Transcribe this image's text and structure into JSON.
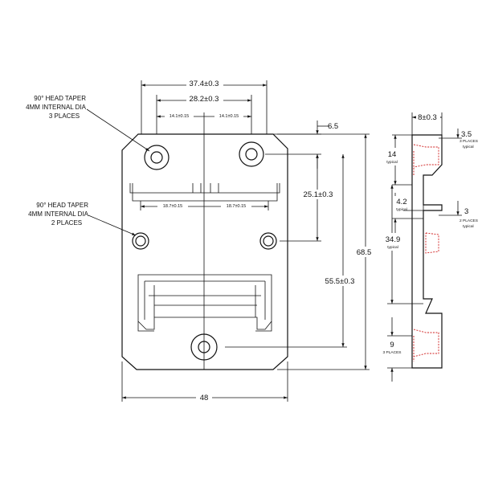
{
  "dimensions": {
    "top_width": "37.4±0.3",
    "hole_spacing": "28.2±0.3",
    "half_left_top": "14.1±0.15",
    "half_right_top": "14.1±0.15",
    "half_left_mid": "18.7±0.15",
    "half_right_mid": "18.7±0.15",
    "top_offset": "6.5",
    "mid_height": "25.1±0.3",
    "total_height": "68.5",
    "bottom_hole_height": "55.5±0.3",
    "total_width": "48"
  },
  "callouts": {
    "top_holes": [
      "90° HEAD TAPER",
      "4MM INTERNAL DIA",
      "3 PLACES"
    ],
    "mid_holes": [
      "90° HEAD TAPER",
      "4MM INTERNAL DIA",
      "2 PLACES"
    ]
  },
  "side_view": {
    "thickness": "8±0.3",
    "countersink": "3.5",
    "countersink_note1": "3 PLACES",
    "countersink_note2": "typical",
    "pitch_top": "14",
    "pitch_top_note": "typical",
    "gap": "4.2",
    "gap_note": "typical",
    "countersink2": "3",
    "countersink2_note1": "2 PLACES",
    "countersink2_note2": "typical",
    "pitch_mid": "34.9",
    "pitch_mid_note": "typical",
    "bottom": "9",
    "bottom_note": "3 PLACES"
  }
}
